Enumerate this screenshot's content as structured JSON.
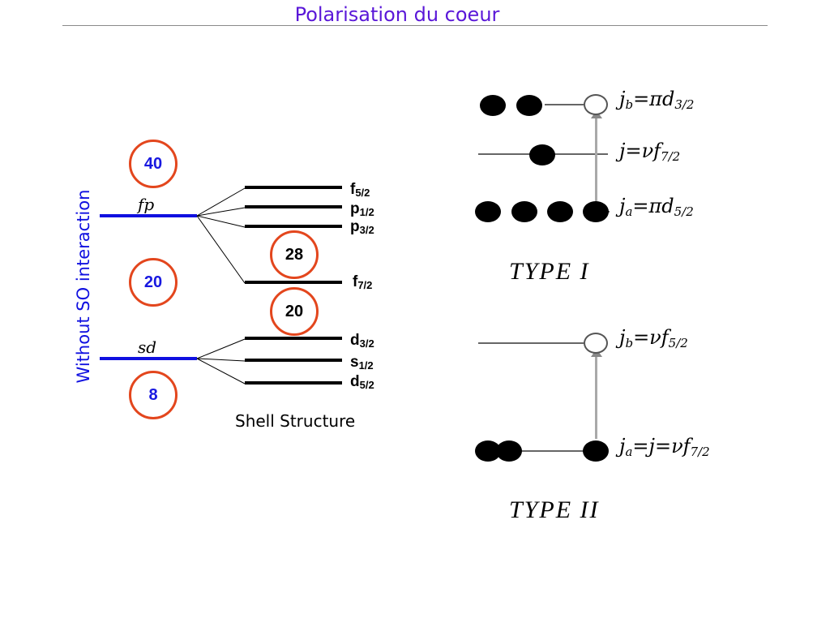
{
  "header": {
    "title": "Polarisation du coeur"
  },
  "left": {
    "axis_label": "Without SO interaction",
    "orbitals": {
      "fp": "fp",
      "sd": "sd"
    },
    "magic_numbers": {
      "n40": "40",
      "n20": "20",
      "n8": "8",
      "n28": "28",
      "n20_right": "20"
    },
    "levels": {
      "f52": {
        "base": "f",
        "sub": "5/2"
      },
      "p12": {
        "base": "p",
        "sub": "1/2"
      },
      "p32": {
        "base": "p",
        "sub": "3/2"
      },
      "f72": {
        "base": "f",
        "sub": "7/2"
      },
      "d32": {
        "base": "d",
        "sub": "3/2"
      },
      "s12": {
        "base": "s",
        "sub": "1/2"
      },
      "d52": {
        "base": "d",
        "sub": "5/2"
      }
    },
    "caption": "Shell Structure"
  },
  "right": {
    "type1": {
      "label": "TYPE I",
      "eq_jb": {
        "lhs": "j",
        "lhs_sub": "b",
        "rhs": "=πd",
        "rhs_sub": "3/2"
      },
      "eq_j": {
        "lhs": "j",
        "rhs": "=νf",
        "rhs_sub": "7/2"
      },
      "eq_ja": {
        "lhs": "j",
        "lhs_sub": "a",
        "rhs": "=πd",
        "rhs_sub": "5/2"
      }
    },
    "type2": {
      "label": "TYPE II",
      "eq_jb": {
        "lhs": "j",
        "lhs_sub": "b",
        "rhs": "=νf",
        "rhs_sub": "5/2"
      },
      "eq_ja": {
        "lhs": "j",
        "lhs_sub": "a",
        "rhs": "=j=νf",
        "rhs_sub": "7/2"
      }
    }
  },
  "colors": {
    "title": "#5a17d8",
    "blue": "#1010e0",
    "circle_border": "#e3461d"
  }
}
